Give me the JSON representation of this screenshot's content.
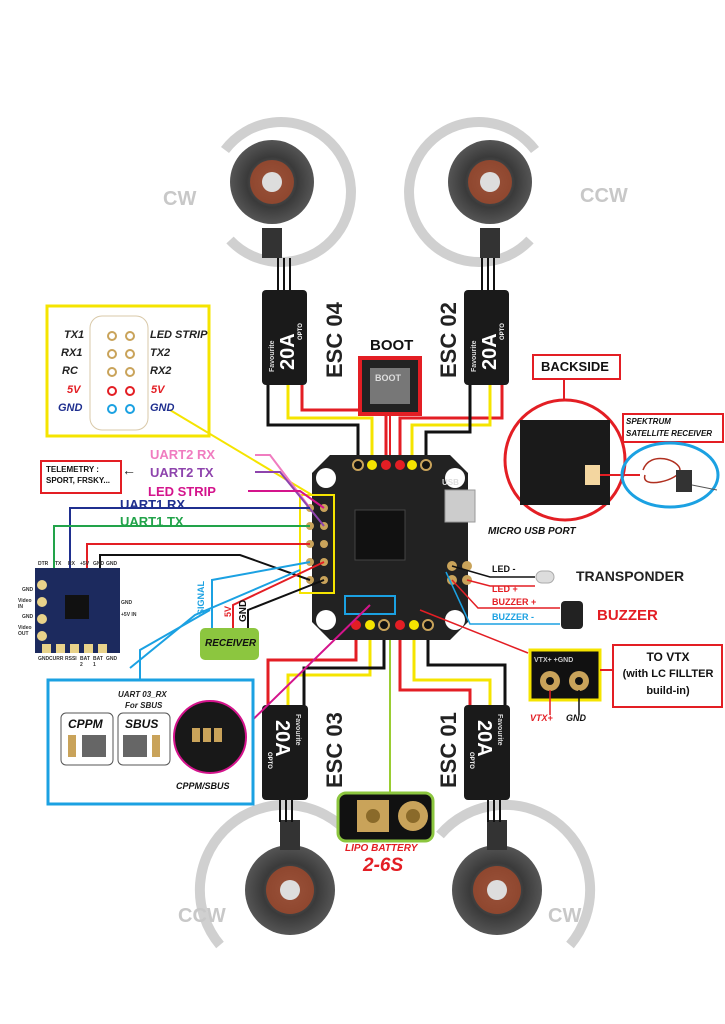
{
  "motors": {
    "top_left": "CW",
    "top_right": "CCW",
    "bottom_left": "CCW",
    "bottom_right": "CW"
  },
  "escs": {
    "esc04": "ESC 04",
    "esc02": "ESC 02",
    "esc03": "ESC 03",
    "esc01": "ESC 01",
    "rating": "20A",
    "suffix": "OPTO",
    "brand": "Favourite"
  },
  "boot": {
    "label": "BOOT",
    "pad_text": "BOOT"
  },
  "backside": {
    "label": "BACKSIDE"
  },
  "spektrum": {
    "line1": "SPEKTRUM",
    "line2": "SATELLITE RECEIVER"
  },
  "usb": {
    "label": "MICRO USB PORT",
    "silk": "USB"
  },
  "pinout": {
    "left": [
      "TX1",
      "RX1",
      "RC",
      "5V",
      "GND"
    ],
    "right": [
      "LED STRIP",
      "TX2",
      "RX2",
      "5V",
      "GND"
    ]
  },
  "uart_labels": {
    "uart2_rx": "UART2 RX",
    "uart2_tx": "UART2 TX",
    "led_strip": "LED STRIP",
    "uart1_rx": "UART1 RX",
    "uart1_tx": "UART1 TX"
  },
  "telemetry": {
    "line1": "TELEMETRY :",
    "line2": "SPORT, FRSKY..."
  },
  "osd": {
    "top": [
      "DTR",
      "TX",
      "RX",
      "+5V",
      "GND",
      "GND"
    ],
    "left": [
      "GND",
      "Video IN",
      "GND",
      "Video OUT"
    ],
    "right": [
      "GND",
      "+5V IN"
    ],
    "bottom": [
      "GND",
      "CURR",
      "RSSI",
      "BAT 2",
      "BAT 1",
      "GND"
    ]
  },
  "receiver": {
    "label": "RECEIVER",
    "signal": "SIGNAL",
    "v5": "5V",
    "gnd": "GND"
  },
  "sbus_box": {
    "title1": "UART 03_RX",
    "title2": "For SBUS",
    "cppm": "CPPM",
    "sbus": "SBUS",
    "caption": "CPPM/SBUS"
  },
  "transponder": {
    "led_minus": "LED -",
    "led_plus": "LED +",
    "label": "TRANSPONDER"
  },
  "buzzer": {
    "plus": "BUZZER +",
    "minus": "BUZZER -",
    "label": "BUZZER"
  },
  "vtx": {
    "line1": "TO VTX",
    "line2": "(with LC FILLTER",
    "line3": "build-in)",
    "plus": "VTX+",
    "gnd": "GND",
    "silk": "VTX+ +GND"
  },
  "battery": {
    "label": "LIPO BATTERY",
    "cells": "2-6S"
  },
  "colors": {
    "red": "#e31e24",
    "yellow": "#f5e400",
    "blue": "#1ba1e2",
    "green_pad": "#8cc63f",
    "navy": "#1f2f8f",
    "pink": "#f07cc0",
    "purple": "#8e44ad",
    "magenta": "#d4148c",
    "uart_green": "#22a34a",
    "arrow_grey": "#c8c8c8"
  }
}
